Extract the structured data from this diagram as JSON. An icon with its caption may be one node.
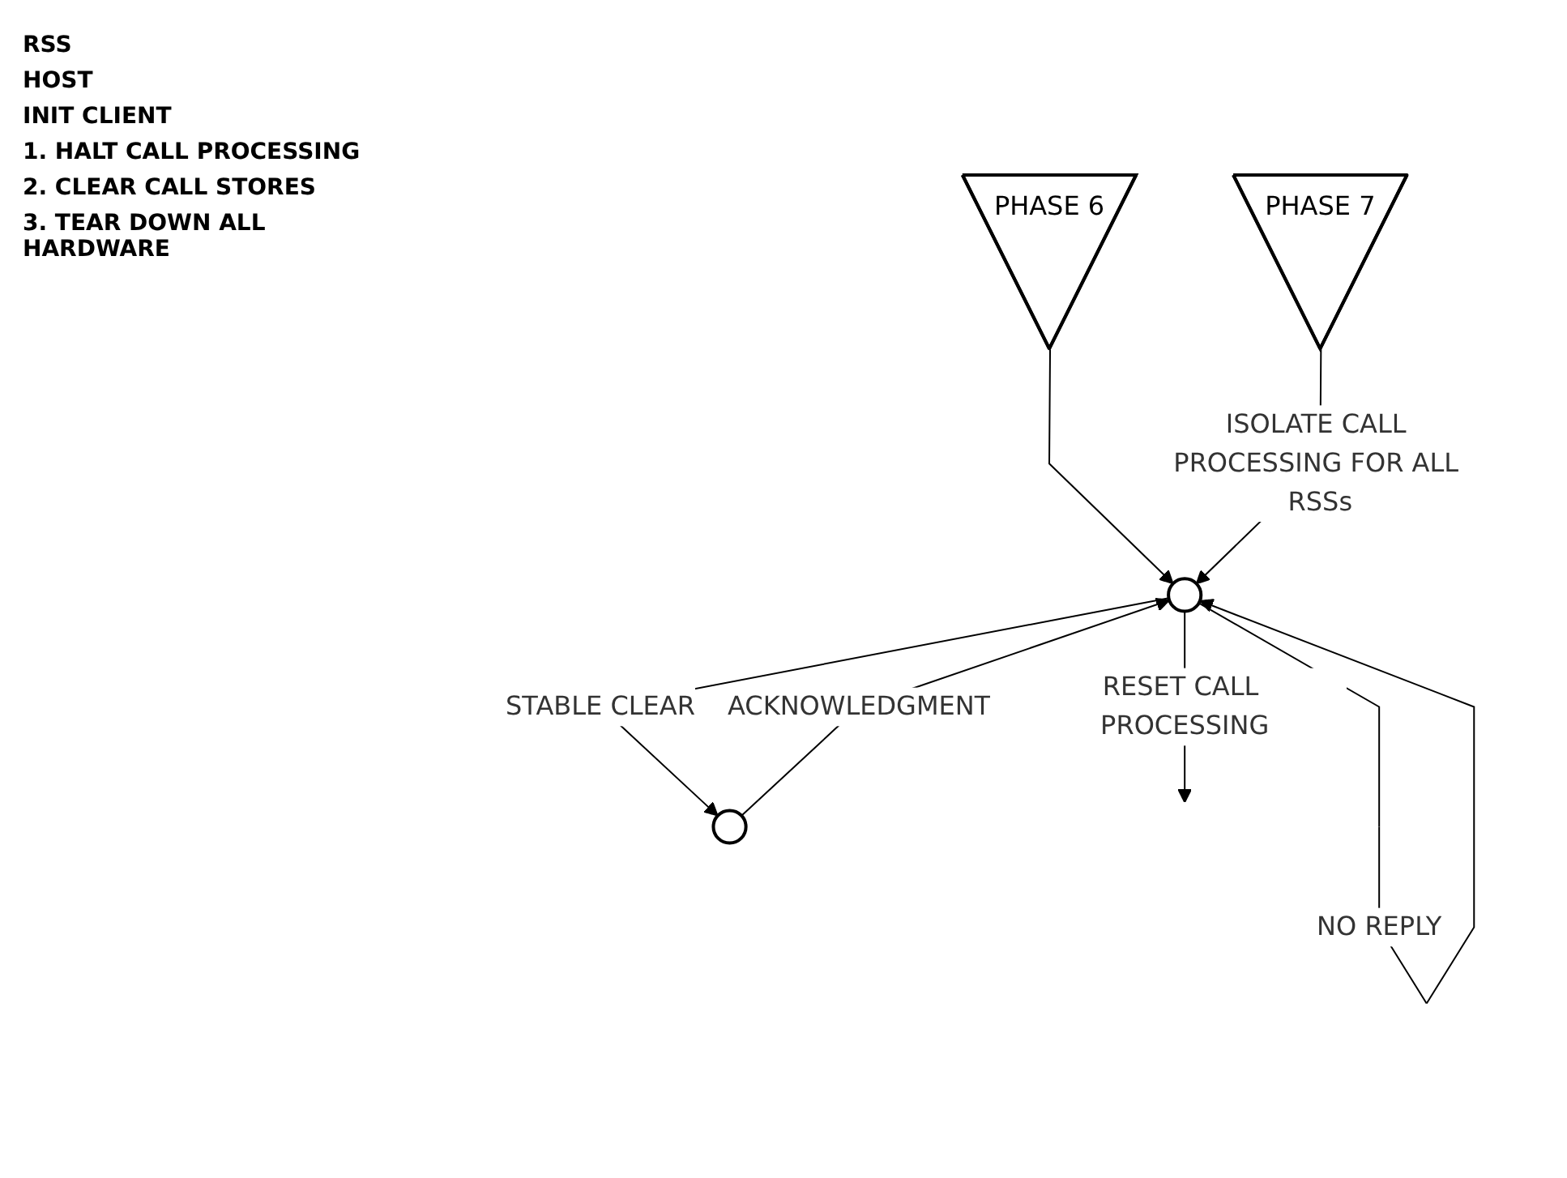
{
  "diagram": {
    "nodes": [
      {
        "text": [
          "PHASE 6"
        ]
      },
      {
        "text": [
          "PHASE 7"
        ]
      },
      {
        "text": [],
        "shape": "circle"
      },
      {
        "text": [],
        "shape": "circle"
      }
    ],
    "edges": [
      {
        "from": 0,
        "to": 3,
        "arrow": "to"
      },
      {
        "from": 1,
        "to": 3,
        "arrow": "to",
        "label": "ISOLATE CALL PROCESSING FOR ALL RSSs"
      },
      {
        "from": 3,
        "to": 2,
        "arrow": "to",
        "label": "STABLE CLEAR"
      },
      {
        "from": 2,
        "to": 3,
        "arrow": "to",
        "label": "ACKNOWLEDGMENT"
      },
      {
        "from": 3,
        "to": 3,
        "arrow": "to",
        "label": "NO REPLY"
      },
      {
        "from": 3,
        "to": null,
        "arrow": "to",
        "label": "RESET CALL PROCESSING"
      }
    ],
    "labels": [
      "RSS",
      "HOST",
      "INIT CLIENT",
      "1. HALT CALL PROCESSING",
      "2. CLEAR CALL STORES",
      "3. TEAR DOWN ALL HARDWARE"
    ]
  }
}
